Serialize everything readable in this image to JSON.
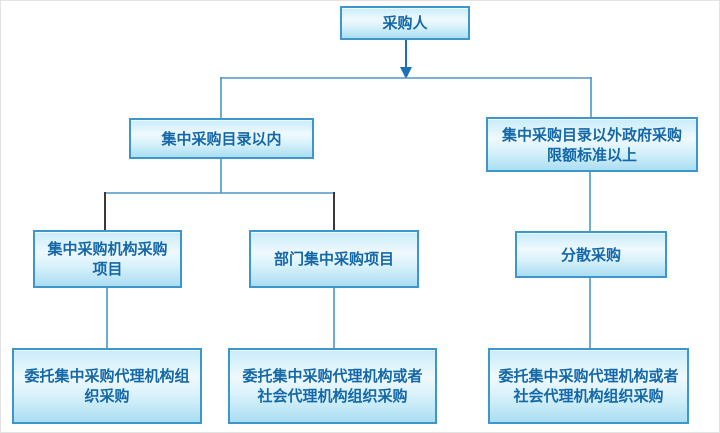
{
  "diagram": {
    "nodes": {
      "purchaser": {
        "lines": [
          "采购人"
        ]
      },
      "within_catalog": {
        "lines": [
          "集中采购目录以内"
        ]
      },
      "outside_catalog": {
        "lines": [
          "集中采购目录以外政府采购",
          "限额标准以上"
        ]
      },
      "central_agency_project": {
        "lines": [
          "集中采购机构采购",
          "项目"
        ]
      },
      "department_project": {
        "lines": [
          "部门集中采购项目"
        ]
      },
      "decentralized": {
        "lines": [
          "分散采购"
        ]
      },
      "entrust_central_agency": {
        "lines": [
          "委托集中采购代理机构组",
          "织采购"
        ]
      },
      "entrust_central_or_social_mid": {
        "lines": [
          "委托集中采购代理机构或者",
          "社会代理机构组织采购"
        ]
      },
      "entrust_central_or_social_right": {
        "lines": [
          "委托集中采购代理机构或者",
          "社会代理机构组织采购"
        ]
      }
    },
    "colors": {
      "box_border": "#3e97cc",
      "box_fill_top": "#c9ecf9",
      "box_fill_mid": "#eff9fd",
      "box_fill_bottom": "#abdef2",
      "text": "#1568a8",
      "connector": "#4f96c5",
      "connector_dark": "#3a3a3a",
      "arrow": "#1a72b5"
    }
  }
}
